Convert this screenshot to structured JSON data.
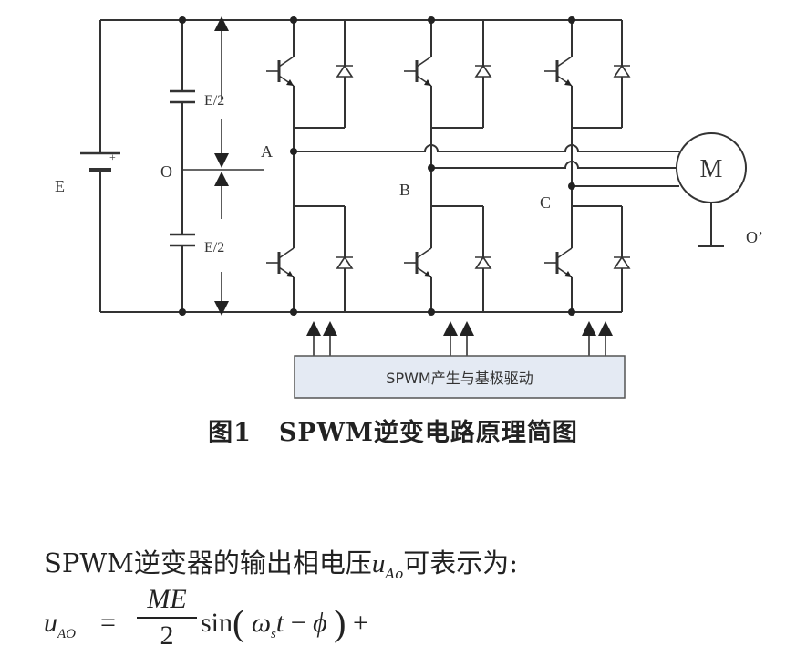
{
  "figure": {
    "labels": {
      "source": "E",
      "midpoint": "O",
      "half_top": "E/2",
      "half_bottom": "E/2",
      "phase_a": "A",
      "phase_b": "B",
      "phase_c": "C",
      "motor": "M",
      "neutral": "O’"
    },
    "driver_box": "SPWM产生与基极驱动",
    "caption_number": "图1",
    "caption_title": "SPWM逆变电路原理简图"
  },
  "body": {
    "sentence_start": "SPWM逆变器的输出相电压",
    "var_main": "u",
    "var_sub": "Ao",
    "sentence_end": "可表示为:"
  },
  "formula": {
    "lhs_main": "u",
    "lhs_sub": "AO",
    "equals": "=",
    "numerator": "ME",
    "denominator": "2",
    "sin": "sin",
    "open_paren": "(",
    "omega": "ω",
    "omega_sub": "s",
    "t": "t",
    "minus": "−",
    "phi": "ϕ",
    "close_paren": ")",
    "plus": "+"
  }
}
